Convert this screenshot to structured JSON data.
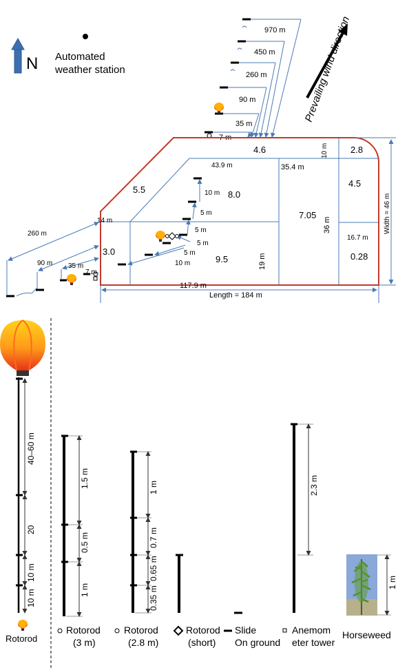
{
  "north_label": "N",
  "weather_station_label": [
    "Automated",
    "weather station"
  ],
  "wind_label": "Prevailing wind direction",
  "field": {
    "plot_values": [
      "4.6",
      "2.8",
      "5.5",
      "8.0",
      "4.5",
      "7.05",
      "3.0",
      "9.5",
      "0.28"
    ],
    "dimensions": [
      "43.9 m",
      "35.4 m",
      "10 m",
      "14 m",
      "36 m",
      "16.7 m",
      "19 m",
      "117.9 m"
    ],
    "length": "Length = 184 m",
    "width": "Width = 46 m"
  },
  "north_transect_distances": [
    "970 m",
    "450 m",
    "260 m",
    "90 m",
    "35 m",
    "7 m"
  ],
  "west_transect_distances": [
    "260 m",
    "90 m",
    "35 m",
    "7 m"
  ],
  "inner_transect_distances": [
    "10 m",
    "5 m",
    "5 m",
    "5 m",
    "5 m",
    "10 m"
  ],
  "legend": {
    "balloon_pole": {
      "segments": [
        "40–60 m",
        "20",
        "10 m",
        "10 m"
      ],
      "label": "Rotorod"
    },
    "rotorod_3m": {
      "segments": [
        "1.5 m",
        "0.5 m",
        "1 m"
      ],
      "label": [
        "Rotorod",
        "(3 m)"
      ]
    },
    "rotorod_2_8m": {
      "segments": [
        "1 m",
        "0.7 m",
        "0.65 m",
        "0.35 m"
      ],
      "label": [
        "Rotorod",
        "(2.8 m)"
      ]
    },
    "rotorod_short": {
      "label": [
        "Rotorod",
        "(short)"
      ]
    },
    "slide": {
      "label": [
        "Slide",
        "On ground"
      ]
    },
    "anemometer": {
      "segments": [
        "2.3 m"
      ],
      "label": [
        "Anemom",
        "eter tower"
      ]
    },
    "horseweed": {
      "segments": [
        "1 m"
      ],
      "label": "Horseweed"
    }
  },
  "colors": {
    "field_border": "#c0392b",
    "plot_lines": "#4a7ab5",
    "arrows": "#4a7ab5",
    "north_arrow": "#3d6fb0"
  }
}
